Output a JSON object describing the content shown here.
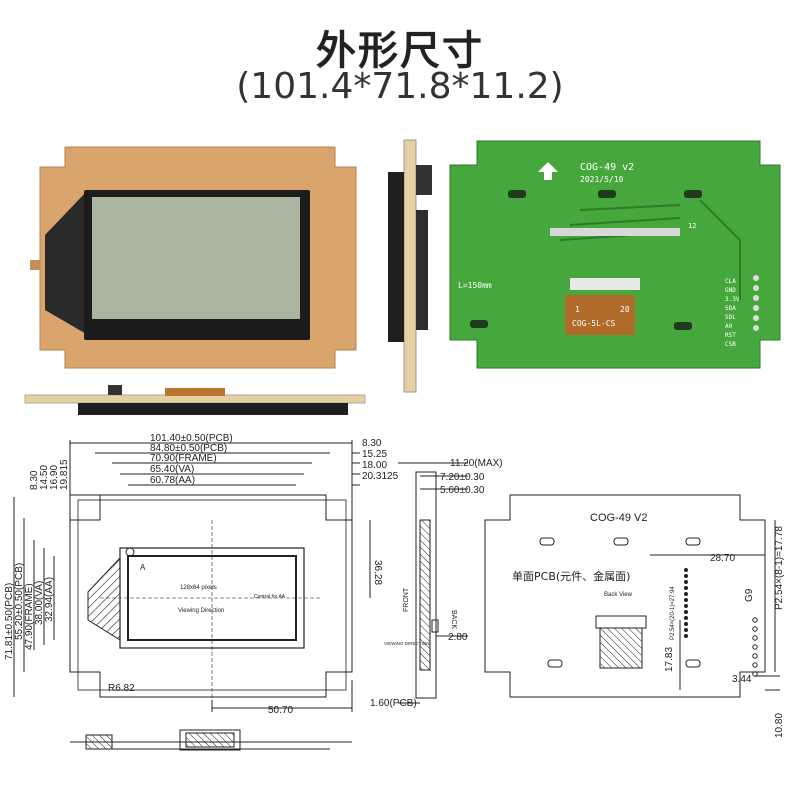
{
  "title": "外形尺寸",
  "subtitle": "(101.4*71.8*11.2)",
  "photo_back": {
    "model": "COG-49  v2",
    "date": "2021/5/10",
    "cable_length": "L=150mm",
    "connector_label": "COG-5L-CS",
    "connector_pin_first": "1",
    "connector_pin_last": "20",
    "pin_header_first": "12",
    "pins": [
      "CLA",
      "GND",
      "3.3V",
      "SDA",
      "SDL",
      "A0",
      "RST",
      "CSB"
    ]
  },
  "drawing_front": {
    "dims_top": [
      "101.40±0.50(PCB)",
      "84.80±0.50(PCB)",
      "70.90(FRAME)",
      "65.40(VA)",
      "60.78(AA)"
    ],
    "dims_right": [
      "8.30",
      "15.25",
      "18.00",
      "20.3125"
    ],
    "dims_left": [
      "8.30",
      "14.50",
      "16.90",
      "19.815"
    ],
    "dims_vertical": [
      "71.81±0.50(PCB)",
      "55.20±0.50(PCB)",
      "47.90(FRAME)",
      "38.00(VA)",
      "32.94(AA)"
    ],
    "dim_36": "36.28",
    "dim_r": "R6.82",
    "dim_bottom": "50.70",
    "marker_a": "A",
    "pixels": "128x64 pixels",
    "viewing": "Viewing Direction",
    "central": "Central for AA"
  },
  "drawing_side": {
    "dims": [
      "11.20(MAX)",
      "7.20±0.30",
      "5.60±0.30"
    ],
    "front": "FRONT",
    "back": "BACK",
    "viewing_direction": "VIEWING DIRECTION",
    "dim_280": "2.80",
    "dim_pcb": "1.60(PCB)"
  },
  "drawing_back": {
    "model": "COG-49 V2",
    "note": "单面PCB(元件、金属面)",
    "back_view": "Back View",
    "dim_2870": "28.70",
    "dim_254_8": "P2.54×(8-1)=17.78",
    "dim_254_20": "P2.54×(20-1)=27.94",
    "dim_1783": "17.83",
    "dim_344": "3.44",
    "dim_1080": "10.80",
    "pin_label": "G9"
  }
}
